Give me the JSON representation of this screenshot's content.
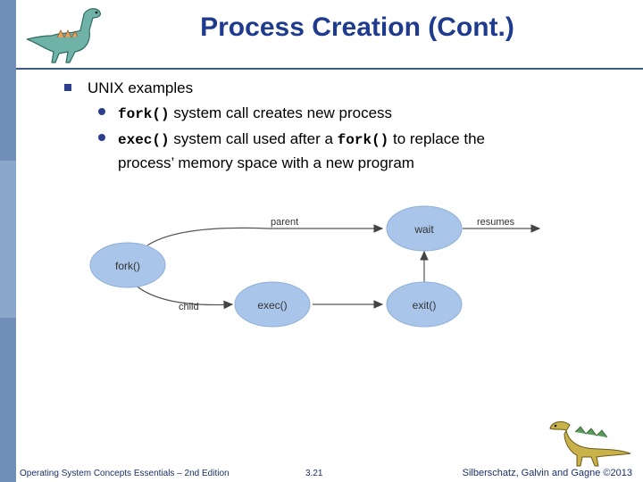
{
  "slide": {
    "title": "Process Creation (Cont.)",
    "bullet": "UNIX examples",
    "sub1_code": "fork()",
    "sub1_text": "system call creates new process",
    "sub2_code": "exec()",
    "sub2_text1": "system call used after a",
    "sub2_code2": "fork()",
    "sub2_text2": "to replace the",
    "sub2_text3": "process’ memory space with a new program"
  },
  "diagram": {
    "fork": "fork()",
    "wait": "wait",
    "exec": "exec()",
    "exit": "exit()",
    "parent": "parent",
    "resumes": "resumes",
    "child": "child"
  },
  "footer": {
    "book": "Operating System Concepts Essentials – 2nd Edition",
    "page": "3.21",
    "authors": "Silberschatz, Galvin and Gagne ©2013"
  },
  "colors": {
    "title": "#1f3b8e",
    "ellipse": "#a9c6ea",
    "ellipse_stroke": "#8fb0d8",
    "bar": "#6f8fb8"
  }
}
